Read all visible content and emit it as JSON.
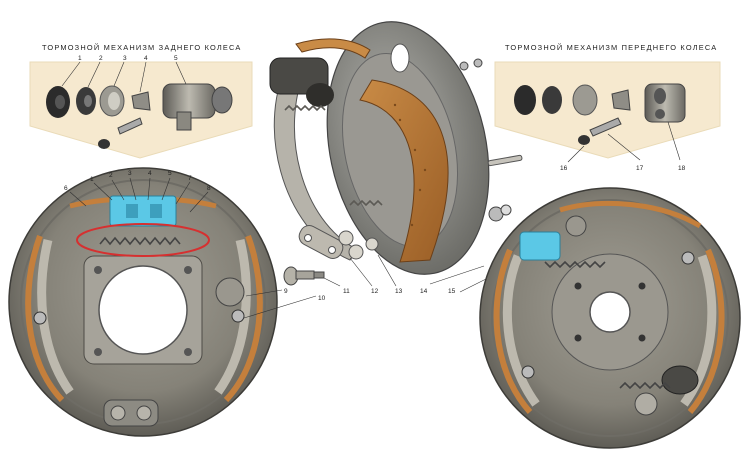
{
  "titles": {
    "rear": "ТОРМОЗНОЙ МЕХАНИЗМ ЗАДНЕГО КОЛЕСА",
    "front": "ТОРМОЗНОЙ МЕХАНИЗМ ПЕРЕДНЕГО КОЛЕСА"
  },
  "colors": {
    "panel_bg": "#f6e9cf",
    "backing_plate": "#8d8a80",
    "lining": "#b87a38",
    "lining_dark": "#8a5422",
    "shoe_metal": "#a9a69c",
    "highlight_cyan": "#5bc8e6",
    "highlight_red_oval": "#d63030"
  },
  "callouts": {
    "rear_parts": [
      "1",
      "2",
      "3",
      "4",
      "5"
    ],
    "rear_top": [
      "6",
      "1",
      "2",
      "3",
      "4",
      "5",
      "7",
      "8"
    ],
    "center": [
      "9",
      "10",
      "11",
      "12",
      "13",
      "14",
      "15"
    ],
    "front_parts": [
      "16",
      "17",
      "18"
    ]
  }
}
